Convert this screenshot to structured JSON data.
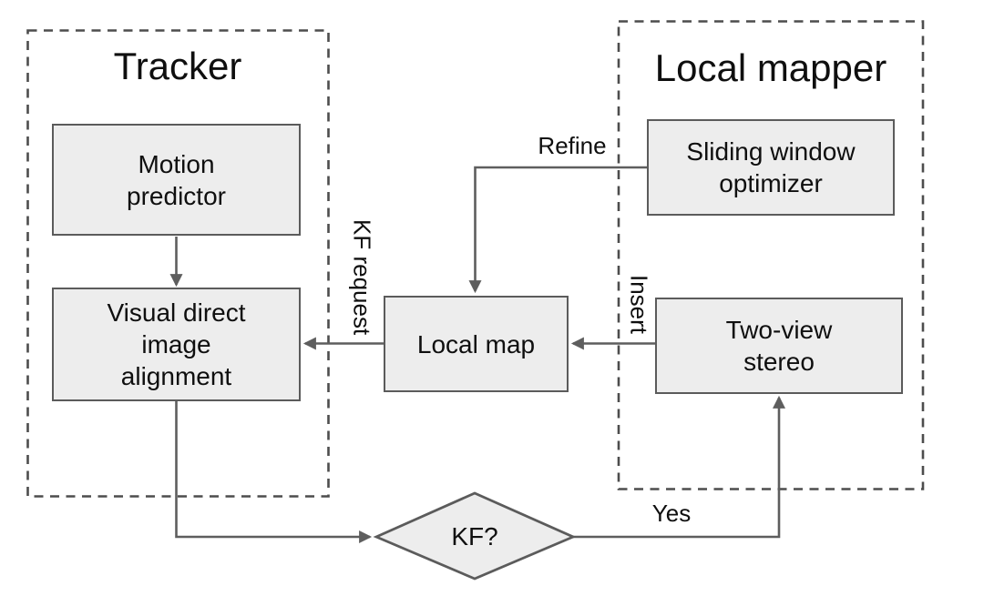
{
  "diagram": {
    "type": "flowchart",
    "groups": {
      "tracker": {
        "title": "Tracker"
      },
      "local_mapper": {
        "title": "Local mapper"
      }
    },
    "nodes": {
      "motion_predictor": {
        "label": "Motion\npredictor"
      },
      "visual_direct_image_alignment": {
        "label": "Visual direct\nimage\nalignment"
      },
      "local_map": {
        "label": "Local map"
      },
      "sliding_window_optimizer": {
        "label": "Sliding window\noptimizer"
      },
      "two_view_stereo": {
        "label": "Two-view\nstereo"
      },
      "kf_decision": {
        "label": "KF?"
      }
    },
    "edge_labels": {
      "kf_request": {
        "label": "KF request"
      },
      "refine": {
        "label": "Refine"
      },
      "insert": {
        "label": "Insert"
      },
      "yes": {
        "label": "Yes"
      }
    },
    "colors": {
      "node_fill": "#ededed",
      "node_border": "#5b5b5b",
      "connector": "#5e5e5e",
      "group_border": "#4d4d4d",
      "text": "#0f0f0f",
      "bg": "#ffffff"
    }
  }
}
